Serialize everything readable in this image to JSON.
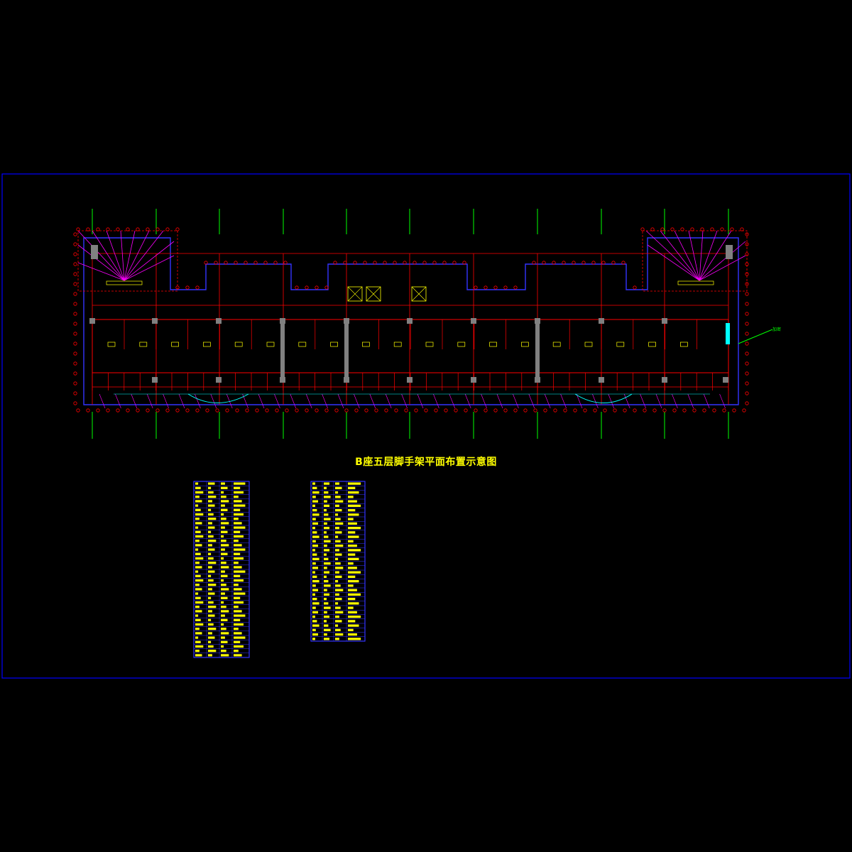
{
  "drawing": {
    "title": "B座五层脚手架平面布置示意图",
    "callout_label": "加密",
    "colors": {
      "background": "#000000",
      "frame": "#0000ff",
      "grid_axis": "#00ff00",
      "structure": "#ff0000",
      "scaffold": "#ff00ff",
      "outline": "#3333ff",
      "text": "#ffff00",
      "column": "#808080",
      "accent": "#00ffff"
    }
  },
  "tables": {
    "left_rows": 40,
    "right_rows": 36
  }
}
